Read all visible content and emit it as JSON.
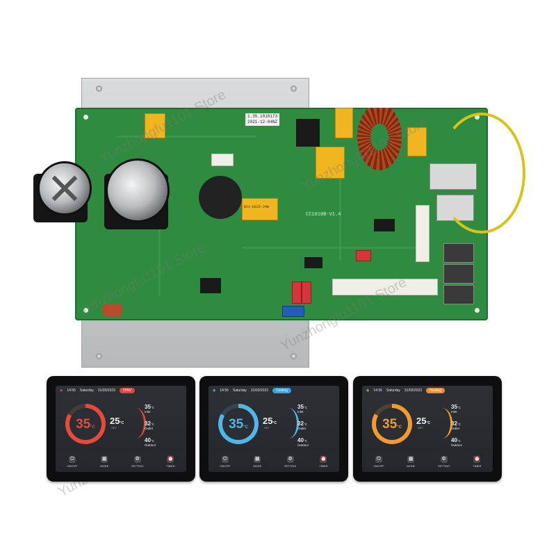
{
  "board": {
    "part_number_1": "1.35.1010173",
    "part_number_2": "2021-12-04NZ",
    "board_model": "CC1010B-V1.4",
    "inductor_label": "BCX-EE25-24W"
  },
  "watermark": {
    "text_1": "Yunzhongfu1101 Store",
    "text_2": "Yunzhongfu1101 Store",
    "text_3": "Yunzhongfu1101 Store",
    "text_4": "Yunzhongfu1101 Store",
    "text_5": "Yunzhongfu1101 Store"
  },
  "displays": [
    {
      "time": "14:55",
      "day": "Saturday",
      "date": "31/03/2023",
      "mode": "DHW",
      "mode_color": "#e0473c",
      "accent": "#e84a3a",
      "main_temp": "35",
      "main_unit": "°C",
      "set_temp": "25",
      "set_unit": "°C",
      "set_label": "SET",
      "readings": [
        {
          "value": "35",
          "unit": "°C",
          "label": "Inlet"
        },
        {
          "value": "32",
          "unit": "°C",
          "label": "Outlet"
        },
        {
          "value": "40",
          "unit": "°C",
          "label": "Outdoor"
        }
      ],
      "dock": [
        "ON/OFF",
        "MODE",
        "SETTING",
        "TIMER"
      ]
    },
    {
      "time": "14:55",
      "day": "Saturday",
      "date": "31/03/2023",
      "mode": "Cooling",
      "mode_color": "#3aa2e0",
      "accent": "#4fb6ea",
      "main_temp": "35",
      "main_unit": "°C",
      "set_temp": "25",
      "set_unit": "°C",
      "set_label": "SET",
      "readings": [
        {
          "value": "35",
          "unit": "°C",
          "label": "Inlet"
        },
        {
          "value": "32",
          "unit": "°C",
          "label": "Outlet"
        },
        {
          "value": "40",
          "unit": "°C",
          "label": "Outdoor"
        }
      ],
      "dock": [
        "ON/OFF",
        "MODE",
        "SETTING",
        "TIMER"
      ]
    },
    {
      "time": "14:55",
      "day": "Saturday",
      "date": "31/03/2023",
      "mode": "Heating",
      "mode_color": "#f08a2a",
      "accent": "#f29a2e",
      "main_temp": "35",
      "main_unit": "°C",
      "set_temp": "25",
      "set_unit": "°C",
      "set_label": "SET",
      "readings": [
        {
          "value": "35",
          "unit": "°C",
          "label": "Inlet"
        },
        {
          "value": "32",
          "unit": "°C",
          "label": "Outlet"
        },
        {
          "value": "40",
          "unit": "°C",
          "label": "Outdoor"
        }
      ],
      "dock": [
        "ON/OFF",
        "MODE",
        "SETTING",
        "TIMER"
      ]
    }
  ]
}
